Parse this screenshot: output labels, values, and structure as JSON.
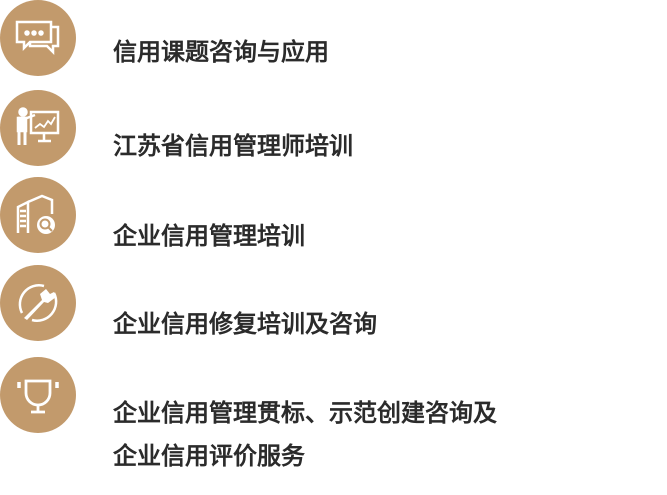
{
  "accent_color": "#c29a6c",
  "items": [
    {
      "icon": "chat-bubbles-icon",
      "label": "信用课题咨询与应用"
    },
    {
      "icon": "presentation-trainer-icon",
      "label": "江苏省信用管理师培训"
    },
    {
      "icon": "building-search-icon",
      "label": "企业信用管理培训"
    },
    {
      "icon": "wrench-repair-icon",
      "label": "企业信用修复培训及咨询"
    },
    {
      "icon": "trophy-icon",
      "label_line1": "企业信用管理贯标、示范创建咨询及",
      "label_line2": "企业信用评价服务"
    }
  ]
}
